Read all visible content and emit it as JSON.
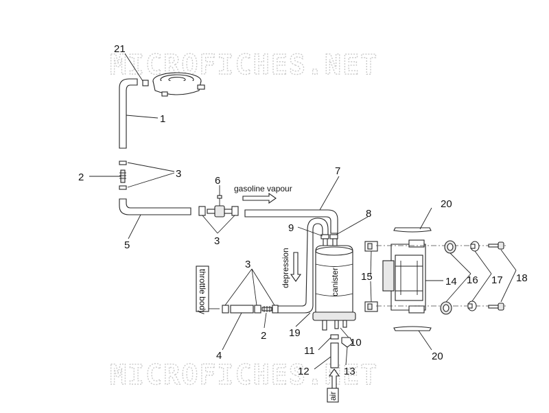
{
  "watermark": {
    "text": "MICROFICHES.NET"
  },
  "labels": {
    "gasoline_vapour": "gasoline vapour",
    "depression": "depression",
    "canister": "canister",
    "throttle_body": "throttle body",
    "air": "air"
  },
  "callouts": [
    {
      "id": "c21",
      "number": "21"
    },
    {
      "id": "c1",
      "number": "1"
    },
    {
      "id": "c2a",
      "number": "2"
    },
    {
      "id": "c3a",
      "number": "3"
    },
    {
      "id": "c6",
      "number": "6"
    },
    {
      "id": "c7",
      "number": "7"
    },
    {
      "id": "c20a",
      "number": "20"
    },
    {
      "id": "c8",
      "number": "8"
    },
    {
      "id": "c9",
      "number": "9"
    },
    {
      "id": "c5",
      "number": "5"
    },
    {
      "id": "c3b",
      "number": "3"
    },
    {
      "id": "c3c",
      "number": "3"
    },
    {
      "id": "c15",
      "number": "15"
    },
    {
      "id": "c14",
      "number": "14"
    },
    {
      "id": "c16",
      "number": "16"
    },
    {
      "id": "c17",
      "number": "17"
    },
    {
      "id": "c18",
      "number": "18"
    },
    {
      "id": "c19",
      "number": "19"
    },
    {
      "id": "c2b",
      "number": "2"
    },
    {
      "id": "c10",
      "number": "10"
    },
    {
      "id": "c11",
      "number": "11"
    },
    {
      "id": "c4",
      "number": "4"
    },
    {
      "id": "c20b",
      "number": "20"
    },
    {
      "id": "c13",
      "number": "13"
    },
    {
      "id": "c12",
      "number": "12"
    }
  ]
}
